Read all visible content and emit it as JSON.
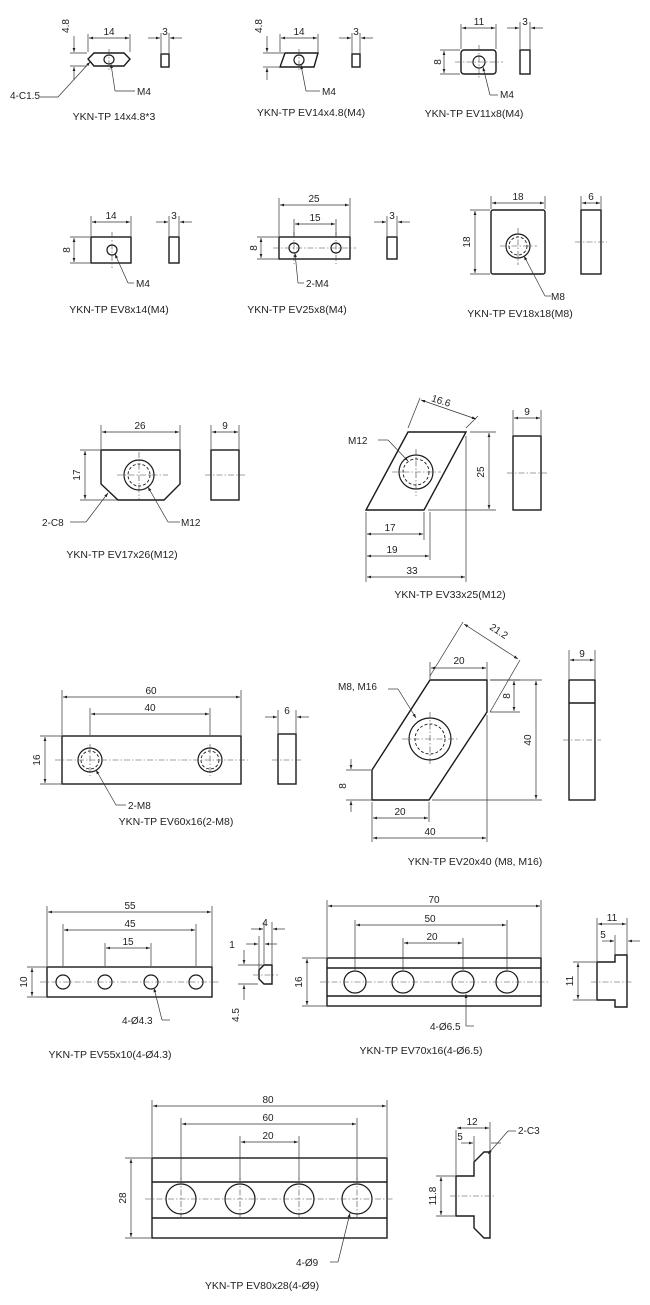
{
  "parts": [
    {
      "caption": "YKN-TP 14x4.8*3",
      "dims": [
        "4.8",
        "14",
        "3",
        "4-C1.5",
        "M4"
      ]
    },
    {
      "caption": "YKN-TP EV14x4.8(M4)",
      "dims": [
        "4.8",
        "14",
        "3",
        "M4"
      ]
    },
    {
      "caption": "YKN-TP EV11x8(M4)",
      "dims": [
        "11",
        "3",
        "8",
        "M4"
      ]
    },
    {
      "caption": "YKN-TP EV8x14(M4)",
      "dims": [
        "14",
        "3",
        "8",
        "M4"
      ]
    },
    {
      "caption": "YKN-TP EV25x8(M4)",
      "dims": [
        "25",
        "15",
        "3",
        "8",
        "2-M4"
      ]
    },
    {
      "caption": "YKN-TP EV18x18(M8)",
      "dims": [
        "18",
        "6",
        "18",
        "M8"
      ]
    },
    {
      "caption": "YKN-TP EV17x26(M12)",
      "dims": [
        "26",
        "9",
        "17",
        "2-C8",
        "M12"
      ]
    },
    {
      "caption": "YKN-TP EV33x25(M12)",
      "dims": [
        "16.6",
        "9",
        "M12",
        "25",
        "17",
        "19",
        "33"
      ]
    },
    {
      "caption": "YKN-TP EV60x16(2-M8)",
      "dims": [
        "60",
        "40",
        "6",
        "16",
        "2-M8"
      ]
    },
    {
      "caption": "YKN-TP EV20x40 (M8, M16)",
      "dims": [
        "21.2",
        "20",
        "9",
        "M8, M16",
        "8",
        "40",
        "8",
        "20",
        "40"
      ]
    },
    {
      "caption": "YKN-TP EV55x10(4-Ø4.3)",
      "dims": [
        "55",
        "45",
        "15",
        "10",
        "4-Ø4.3",
        "4",
        "1",
        "4.5"
      ]
    },
    {
      "caption": "YKN-TP EV70x16(4-Ø6.5)",
      "dims": [
        "70",
        "50",
        "20",
        "16",
        "4-Ø6.5",
        "11",
        "5",
        "11"
      ]
    },
    {
      "caption": "YKN-TP EV80x28(4-Ø9)",
      "dims": [
        "80",
        "60",
        "20",
        "28",
        "4-Ø9",
        "12",
        "5",
        "2-C3",
        "11.8"
      ]
    }
  ]
}
